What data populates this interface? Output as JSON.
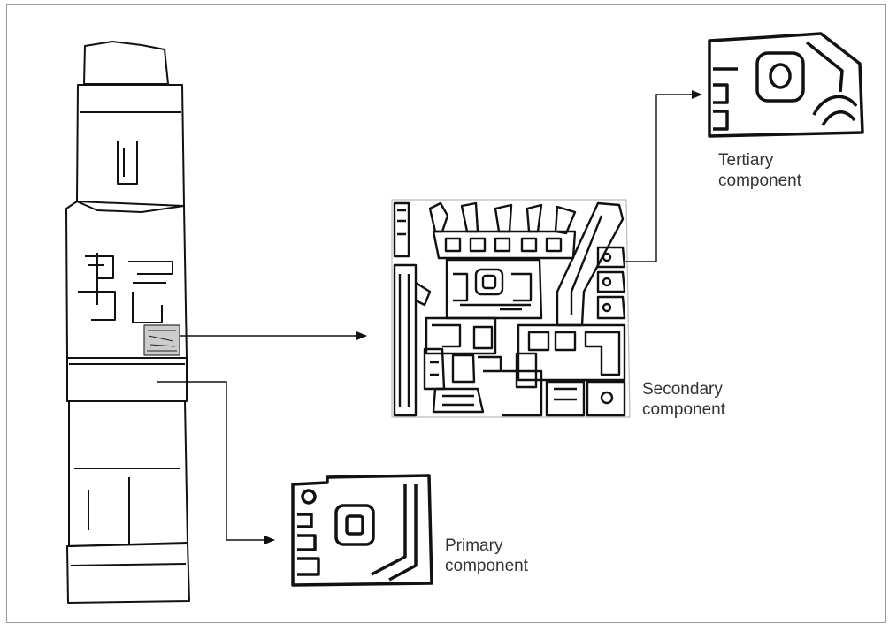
{
  "labels": {
    "primary": {
      "line1": "Primary",
      "line2": "component"
    },
    "secondary": {
      "line1": "Secondary",
      "line2": "component"
    },
    "tertiary": {
      "line1": "Tertiary",
      "line2": "component"
    }
  },
  "colors": {
    "ink": "#111111",
    "frame": "#9a9a9a",
    "text": "#333333",
    "background": "#ffffff"
  },
  "icons": {
    "monolith": "stone-monolith-figure",
    "secondary_glyph": "staff-god-relief-icon",
    "primary_glyph": "primary-glyph-icon",
    "tertiary_glyph": "tertiary-glyph-icon"
  }
}
